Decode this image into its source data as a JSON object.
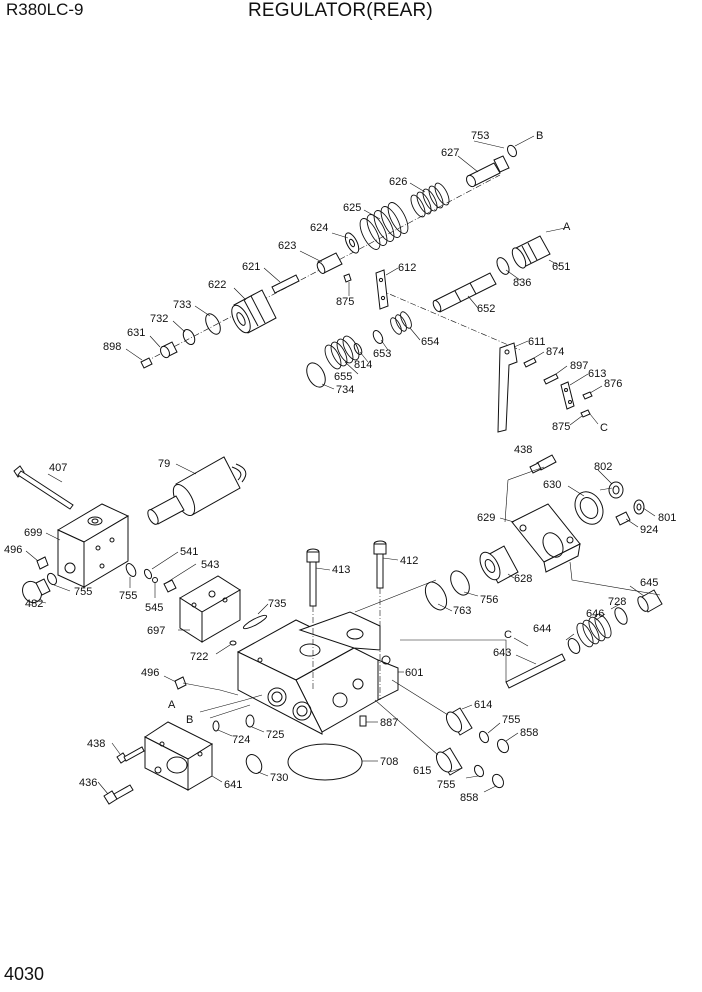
{
  "header": {
    "model": "R380LC-9",
    "title": "REGULATOR(REAR)"
  },
  "footer": {
    "page_number": "4030"
  },
  "callouts": {
    "p753": "753",
    "pB1": "B",
    "p627": "627",
    "p626": "626",
    "p625": "625",
    "p624": "624",
    "p623": "623",
    "pA1": "A",
    "p651": "651",
    "p621": "621",
    "p612": "612",
    "p836": "836",
    "p622": "622",
    "p875a": "875",
    "p652": "652",
    "p733": "733",
    "p732": "732",
    "p654": "654",
    "p631": "631",
    "p898": "898",
    "p653": "653",
    "p611": "611",
    "p874": "874",
    "p814": "814",
    "p655": "655",
    "p897": "897",
    "p613": "613",
    "p876": "876",
    "p734": "734",
    "p875b": "875",
    "pC1": "C",
    "p407": "407",
    "p79": "79",
    "p438a": "438",
    "p802": "802",
    "p630": "630",
    "p801": "801",
    "p629": "629",
    "p924": "924",
    "p699": "699",
    "p496a": "496",
    "p541": "541",
    "p412": "412",
    "p413": "413",
    "p543": "543",
    "p628": "628",
    "p645": "645",
    "p755a": "755",
    "p755b": "755",
    "p482": "482",
    "p545": "545",
    "p756": "756",
    "p763": "763",
    "p735": "735",
    "p728": "728",
    "p646": "646",
    "p697": "697",
    "p644": "644",
    "pC2": "C",
    "p722": "722",
    "p643": "643",
    "p601": "601",
    "p496b": "496",
    "pA2": "A",
    "p614": "614",
    "pB2": "B",
    "p887": "887",
    "p755c": "755",
    "p858a": "858",
    "p724": "724",
    "p725": "725",
    "p438b": "438",
    "p708": "708",
    "p730": "730",
    "p615": "615",
    "p641": "641",
    "p436": "436",
    "p755d": "755",
    "p858b": "858"
  }
}
